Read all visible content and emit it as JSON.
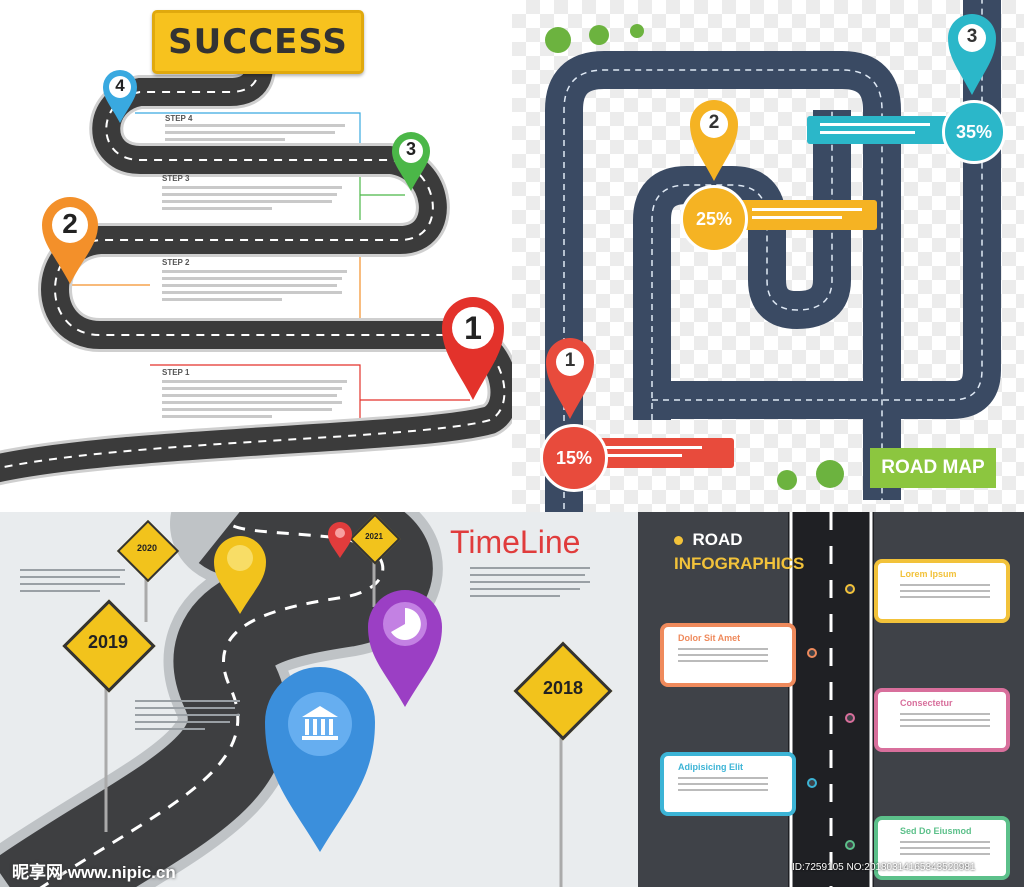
{
  "panel1": {
    "sign": "SUCCESS",
    "steps": [
      {
        "title": "STEP 4",
        "pin": "4",
        "color": "#39a9e0"
      },
      {
        "title": "STEP 3",
        "pin": "3",
        "color": "#4bb748"
      },
      {
        "title": "STEP 2",
        "pin": "2",
        "color": "#f3902a"
      },
      {
        "title": "STEP 1",
        "pin": "1",
        "color": "#e3322b"
      }
    ]
  },
  "panel2": {
    "pins": [
      {
        "num": "1",
        "pct": "15%",
        "color": "#e84b3c"
      },
      {
        "num": "2",
        "pct": "25%",
        "color": "#f5b323"
      },
      {
        "num": "3",
        "pct": "35%",
        "color": "#2bb7c9"
      }
    ],
    "badge": "ROAD MAP"
  },
  "panel3": {
    "title": "TimeLine",
    "signs": [
      "2020",
      "2021",
      "2019",
      "2018"
    ],
    "colors": {
      "yellow": "#f2c31c",
      "red": "#e03c3c",
      "purple": "#9b3fc4",
      "blue": "#3b8fdc"
    }
  },
  "panel4": {
    "header1": "ROAD",
    "header2": "INFOGRAPHICS",
    "cards": [
      {
        "title": "Lorem Ipsum",
        "color": "#f2c23a",
        "side": "right"
      },
      {
        "title": "Dolor Sit Amet",
        "color": "#ef8a5c",
        "side": "left"
      },
      {
        "title": "Consectetur",
        "color": "#d86f9c",
        "side": "right"
      },
      {
        "title": "Adipisicing Elit",
        "color": "#3cb4d6",
        "side": "left"
      },
      {
        "title": "Sed Do Eiusmod",
        "color": "#5cc08a",
        "side": "right"
      }
    ]
  },
  "watermark": {
    "brand": "昵享网 www.nipic.cn",
    "id": "ID:7259105 NO:20180314165343520981"
  }
}
